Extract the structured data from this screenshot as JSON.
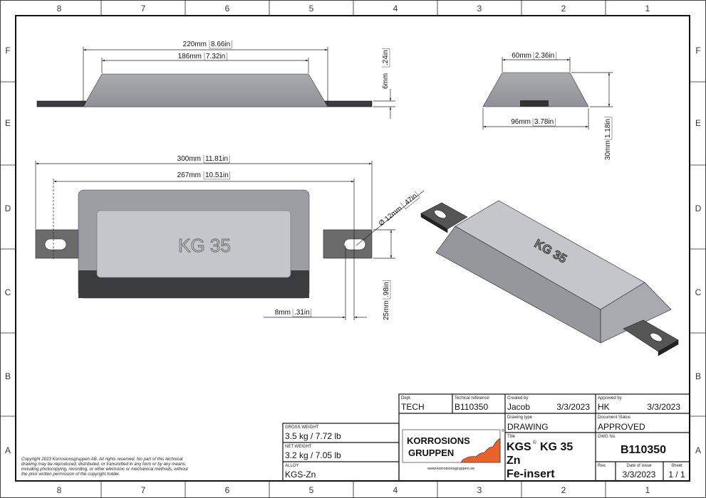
{
  "zones": {
    "columns": [
      "8",
      "7",
      "6",
      "5",
      "4",
      "3",
      "2",
      "1"
    ],
    "rows": [
      "F",
      "E",
      "D",
      "C",
      "B",
      "A"
    ]
  },
  "dimensions": {
    "side_overall": {
      "mm": "220mm",
      "in": "8.66in"
    },
    "side_top": {
      "mm": "186mm",
      "in": "7.32in"
    },
    "side_plate": {
      "mm": "6mm",
      "in": ".24in"
    },
    "end_top": {
      "mm": "60mm",
      "in": "2.36in"
    },
    "end_bottom": {
      "mm": "96mm",
      "in": "3.78in"
    },
    "end_height": {
      "mm": "30mm",
      "in": "1.18in"
    },
    "plan_overall": {
      "mm": "300mm",
      "in": "11.81in"
    },
    "plan_holes": {
      "mm": "267mm",
      "in": "10.51in"
    },
    "hole_diameter": {
      "mm": "Ø 12mm",
      "in": ".47in"
    },
    "tab_width": {
      "mm": "25mm",
      "in": ".98in"
    },
    "slot_width": {
      "mm": "8mm",
      "in": ".31in"
    }
  },
  "part_marking": "KG 35",
  "copyright": [
    "Copyright 2023 Korrosionsgruppen AB. All rights reserved. No part of this technical",
    "drawing may be reproduced, distributed, or transmitted in any form or by any means,",
    "including photocopying, recording, or other electronic or mechanical methods, without",
    "the prior written permission of the copyright holder."
  ],
  "weights": {
    "gross_label": "GROSS WEIGHT",
    "gross": "3.5 kg / 7.72 lb",
    "net_label": "NET WEIGHT",
    "net": "3.2 kg / 7.05 lb",
    "alloy_label": "ALLOY",
    "alloy": "KGS-Zn"
  },
  "title_block": {
    "dept_label": "Dept.",
    "dept": "TECH",
    "techref_label": "Techical reference",
    "techref": "B110350",
    "created_label": "Created by",
    "created_by": "Jacob",
    "created_date": "3/3/2023",
    "approved_label": "Approved by",
    "approved_by": "HK",
    "approved_date": "3/3/2023",
    "drawing_type_label": "Drawing type",
    "drawing_type": "DRAWING",
    "doc_status_label": "Document Status",
    "doc_status": "APPROVED",
    "title_label": "Title",
    "title_line1": "KGS",
    "title_sup": "©",
    "title_line1b": "KG 35",
    "title_line2": "Zn",
    "title_line3": "Fe-insert",
    "dwg_label": "DWG No.",
    "dwg_no": "B110350",
    "rev_label": "Rev.",
    "rev": "",
    "issue_label": "Date of issue",
    "issue_date": "3/3/2023",
    "sheet_label": "Sheet",
    "sheet": "1 / 1",
    "logo_line1": "KORROSIONS",
    "logo_line2": "GRUPPEN",
    "logo_url": "www.korrosionsgruppen.se",
    "logo_reg": "®"
  },
  "colors": {
    "logo_orange": "#e8622a",
    "zinc_light": "#c4c6cb",
    "zinc_dark": "#3a3b3e",
    "steel": "#6b6b6b"
  }
}
